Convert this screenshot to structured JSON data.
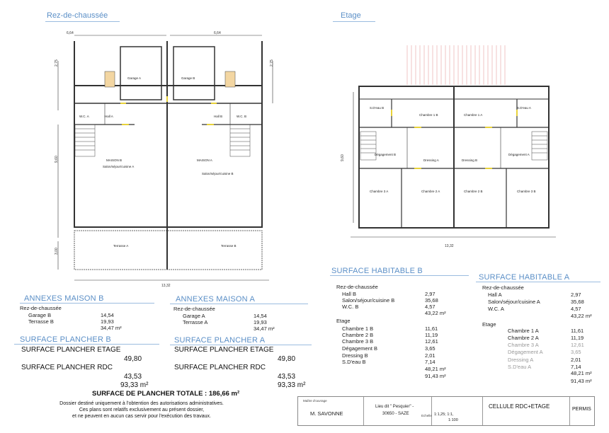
{
  "titles": {
    "rdc": "Rez-de-chaussée",
    "etage": "Etage"
  },
  "plan_rdc": {
    "dim_total_top_left": "6,64",
    "dim_total_top_right": "6,64",
    "dim_side": "2,75",
    "dim_side_main": "9,60",
    "dim_side_bottom": "3,00",
    "dim_total_bottom": "13,32",
    "rooms": {
      "garage_a": "Garage A",
      "garage_b": "Garage B",
      "wc_a": "W.C. A",
      "wc_b": "W.C. B",
      "hall_a": "Hall A",
      "hall_b": "Hall B",
      "maison_a": "MAISON A",
      "maison_b": "MAISON B",
      "salon_a": "Salon/séjour/cuisine A",
      "salon_b": "Salon/séjour/cuisine B",
      "terrasse_a": "Terrasse A",
      "terrasse_b": "Terrasse B"
    }
  },
  "plan_etage": {
    "dim_total_bottom": "13,32",
    "dim_side": "9,60",
    "rooms": {
      "sdeau_a": "S.D'eau A",
      "sdeau_b": "S.D'eau B",
      "ch1a": "Chambre 1 A",
      "ch1b": "Chambre 1 B",
      "ch2a": "Chambre 2 A",
      "ch2b": "Chambre 2 B",
      "ch3a": "Chambre 3 A",
      "ch3b": "Chambre 3 B",
      "deg_a": "Dégagement A",
      "deg_b": "Dégagement B",
      "dress_a": "Dressing A",
      "dress_b": "Dressing B"
    }
  },
  "annexes_b": {
    "title": "ANNEXES MAISON B",
    "sub": "Rez-de-chaussée",
    "rows": [
      [
        "Garage B",
        "14,54"
      ],
      [
        "Terrasse B",
        "19,93"
      ]
    ],
    "total": "34,47 m²"
  },
  "annexes_a": {
    "title": "ANNEXES MAISON A",
    "sub": "Rez-de-chaussée",
    "rows": [
      [
        "Garage A",
        "14,54"
      ],
      [
        "Terrasse A",
        "19,93"
      ]
    ],
    "total": "34,47 m²"
  },
  "plancher_b": {
    "title": "SURFACE PLANCHER B",
    "etage_label": "SURFACE PLANCHER ETAGE",
    "etage_val": "49,80",
    "rdc_label": "SURFACE PLANCHER RDC",
    "rdc_val": "43,53",
    "total": "93,33 m²"
  },
  "plancher_a": {
    "title": "SURFACE PLANCHER A",
    "etage_label": "SURFACE PLANCHER ETAGE",
    "etage_val": "49,80",
    "rdc_label": "SURFACE PLANCHER RDC",
    "rdc_val": "43,53",
    "total": "93,33 m²"
  },
  "total_plancher": "SURFACE DE PLANCHER TOTALE : 186,66 m²",
  "disclaimer": [
    "Dossier destiné uniquement à l'obtention des autorisations administratives.",
    "Ces plans sont relatifs exclusivement au présent dossier,",
    "et ne peuvent en aucun cas servir pour l'exécution des travaux."
  ],
  "habitable_b": {
    "title": "SURFACE HABITABLE B",
    "rdc": "Rez-de-chaussée",
    "rdc_rows": [
      [
        "Hall B",
        "2,97"
      ],
      [
        "Salon/séjour/cuisine B",
        "35,68"
      ],
      [
        "W.C. B",
        "4,57"
      ]
    ],
    "rdc_total": "43,22 m²",
    "etage": "Etage",
    "etage_rows": [
      [
        "Chambre 1 B",
        "11,61"
      ],
      [
        "Chambre 2 B",
        "11,19"
      ],
      [
        "Chambre 3 B",
        "12,61"
      ],
      [
        "Dégagement B",
        "3,65"
      ],
      [
        "Dressing B",
        "2,01"
      ],
      [
        "S.D'eau B",
        "7,14"
      ]
    ],
    "etage_total": "48,21 m²",
    "total": "91,43 m²"
  },
  "habitable_a": {
    "title": "SURFACE HABITABLE A",
    "rdc": "Rez-de-chaussée",
    "rdc_rows": [
      [
        "Hall A",
        "2,97"
      ],
      [
        "Salon/séjour/cuisine A",
        "35,68"
      ],
      [
        "W.C. A",
        "4,57"
      ]
    ],
    "rdc_total": "43,22 m²",
    "etage": "Etage",
    "etage_rows": [
      [
        "Chambre 1 A",
        "11,61"
      ],
      [
        "Chambre 2 A",
        "11,19"
      ],
      [
        "Chambre 3 A",
        "12,61"
      ],
      [
        "Dégagement A",
        "3,65"
      ],
      [
        "Dressing A",
        "2,01"
      ],
      [
        "S.D'eau A",
        "7,14"
      ]
    ],
    "etage_total": "48,21 m²",
    "total": "91,43 m²"
  },
  "cartouche": {
    "maitre_label": "Maître d'ouvrage",
    "maitre": "M. SAVONNE",
    "lieu": "Lieu dit \" Pesquier\" -",
    "lieu2": "30650 - SAZE",
    "echelle_label": "Echelle",
    "echelle": "1:1,25; 1:1,",
    "echelle2": "1:100",
    "titre": "CELLULE RDC+ETAGE",
    "permis": "PERMIS"
  }
}
